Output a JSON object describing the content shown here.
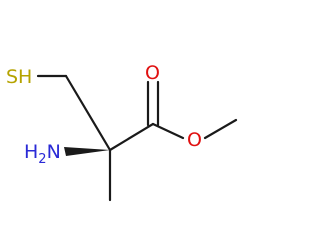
{
  "molecule": {
    "atoms": {
      "thiol": {
        "label": "SH",
        "color": "#b5a300"
      },
      "amine": {
        "label": "H",
        "subscript": "2",
        "suffix": "N",
        "color": "#2a2ad6"
      },
      "carbonyl_oxygen": {
        "label": "O",
        "color": "#e01010"
      },
      "ester_oxygen": {
        "label": "O",
        "color": "#e01010"
      }
    },
    "bond_color": "#1a1a1a"
  }
}
